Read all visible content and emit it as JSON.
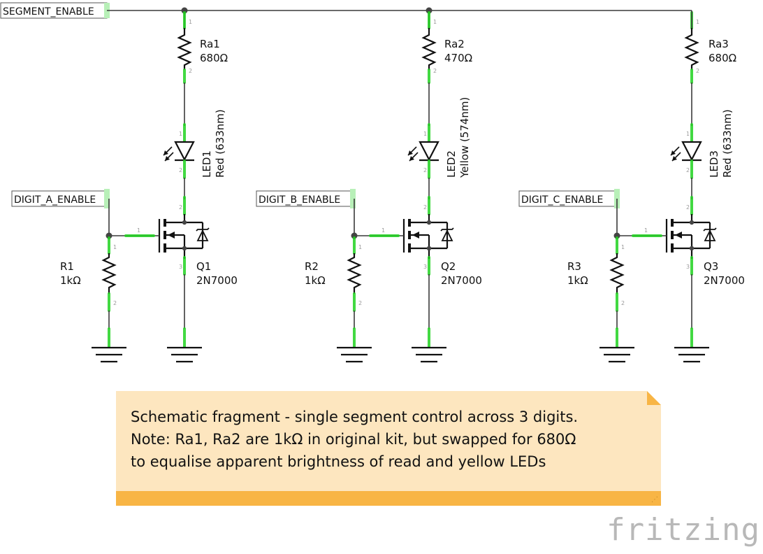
{
  "nets": {
    "segment": "SEGMENT_ENABLE",
    "digit_a": "DIGIT_A_ENABLE",
    "digit_b": "DIGIT_B_ENABLE",
    "digit_c": "DIGIT_C_ENABLE"
  },
  "columns": [
    {
      "ra_name": "Ra1",
      "ra_value": "680Ω",
      "led_name": "LED1",
      "led_color": "Red (633nm)",
      "q_name": "Q1",
      "q_part": "2N7000",
      "r_name": "R1",
      "r_value": "1kΩ"
    },
    {
      "ra_name": "Ra2",
      "ra_value": "470Ω",
      "led_name": "LED2",
      "led_color": "Yellow (574nm)",
      "q_name": "Q2",
      "q_part": "2N7000",
      "r_name": "R2",
      "r_value": "1kΩ"
    },
    {
      "ra_name": "Ra3",
      "ra_value": "680Ω",
      "led_name": "LED3",
      "led_color": "Red (633nm)",
      "q_name": "Q3",
      "q_part": "2N7000",
      "r_name": "R3",
      "r_value": "1kΩ"
    }
  ],
  "pin_numbers": {
    "one": "1",
    "two": "2",
    "three": "3"
  },
  "note": {
    "line1": "Schematic fragment - single segment control across 3 digits.",
    "line2": "Note: Ra1, Ra2 are 1kΩ in original kit, but swapped for 680Ω",
    "line3": "to equalise apparent brightness of read and yellow LEDs"
  },
  "brand": "fritzing",
  "colors": {
    "pin_highlight": "#22d322",
    "note_bg": "#fde6bf",
    "note_strip": "#f8b545",
    "brand": "#b8b8b8"
  }
}
